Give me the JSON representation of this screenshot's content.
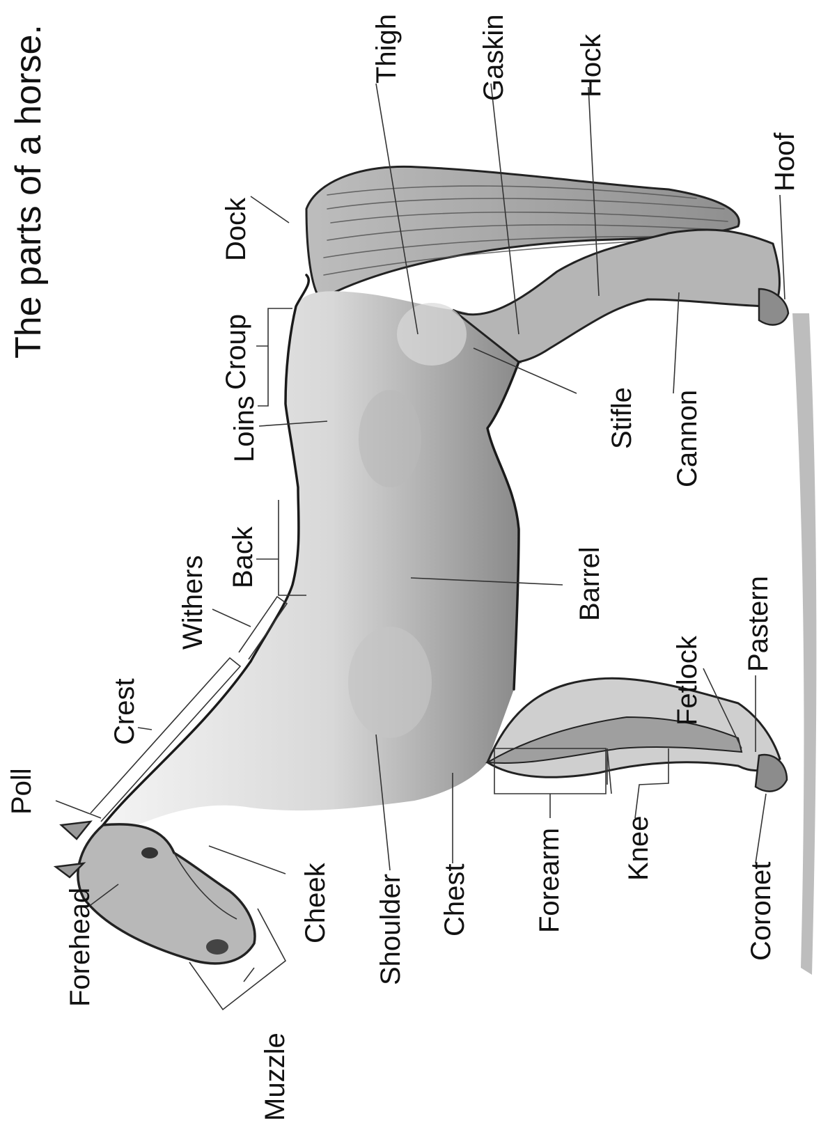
{
  "title": "The parts of  a horse.",
  "labels": {
    "poll": "Poll",
    "forehead": "Forehead",
    "muzzle": "Muzzle",
    "crest": "Crest",
    "withers": "Withers",
    "back": "Back",
    "loins": "Loins",
    "croup": "Croup",
    "dock": "Dock",
    "thigh": "Thigh",
    "gaskin": "Gaskin",
    "hock": "Hock",
    "stifle": "Stifle",
    "cannon": "Cannon",
    "hoof": "Hoof",
    "barrel": "Barrel",
    "fetlock": "Fetlock",
    "pastern": "Pastern",
    "coronet": "Coronet",
    "knee": "Knee",
    "forearm": "Forearm",
    "chest": "Chest",
    "shoulder": "Shoulder",
    "cheek": "Cheek"
  }
}
